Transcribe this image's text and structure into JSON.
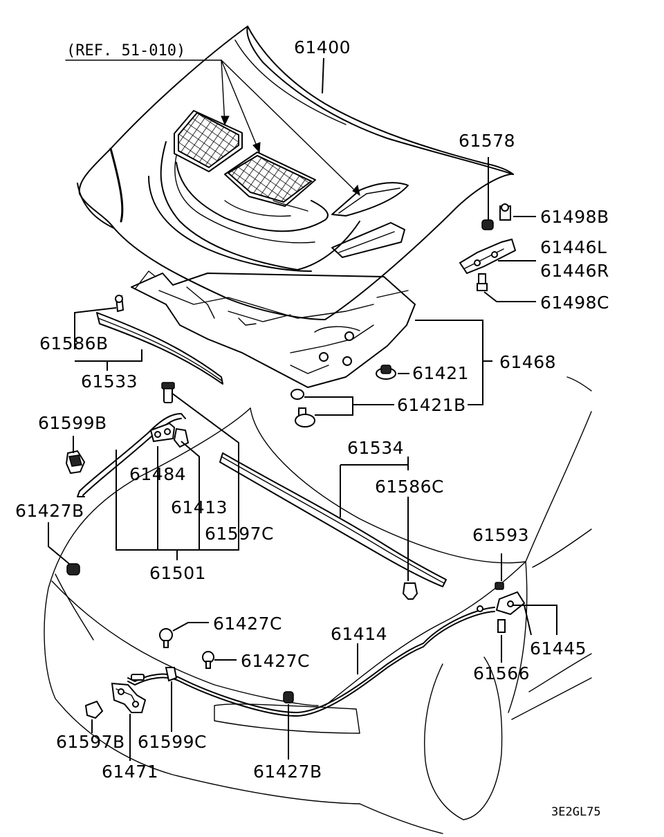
{
  "diagram": {
    "reference_note": "(REF. 51-010)",
    "drawing_code": "3E2GL75",
    "part_labels": {
      "p61400": "61400",
      "p61578": "61578",
      "p61498B": "61498B",
      "p61446L": "61446L",
      "p61446R": "61446R",
      "p61498C": "61498C",
      "p61586B": "61586B",
      "p61533": "61533",
      "p61468": "61468",
      "p61421": "61421",
      "p61421B": "61421B",
      "p61599B": "61599B",
      "p61534": "61534",
      "p61586C": "61586C",
      "p61484": "61484",
      "p61413": "61413",
      "p61427B_left": "61427B",
      "p61597C": "61597C",
      "p61501": "61501",
      "p61593": "61593",
      "p61427C_upper": "61427C",
      "p61427C_lower": "61427C",
      "p61414": "61414",
      "p61445": "61445",
      "p61566": "61566",
      "p61597B": "61597B",
      "p61599C": "61599C",
      "p61471": "61471",
      "p61427B_bottom": "61427B"
    }
  }
}
